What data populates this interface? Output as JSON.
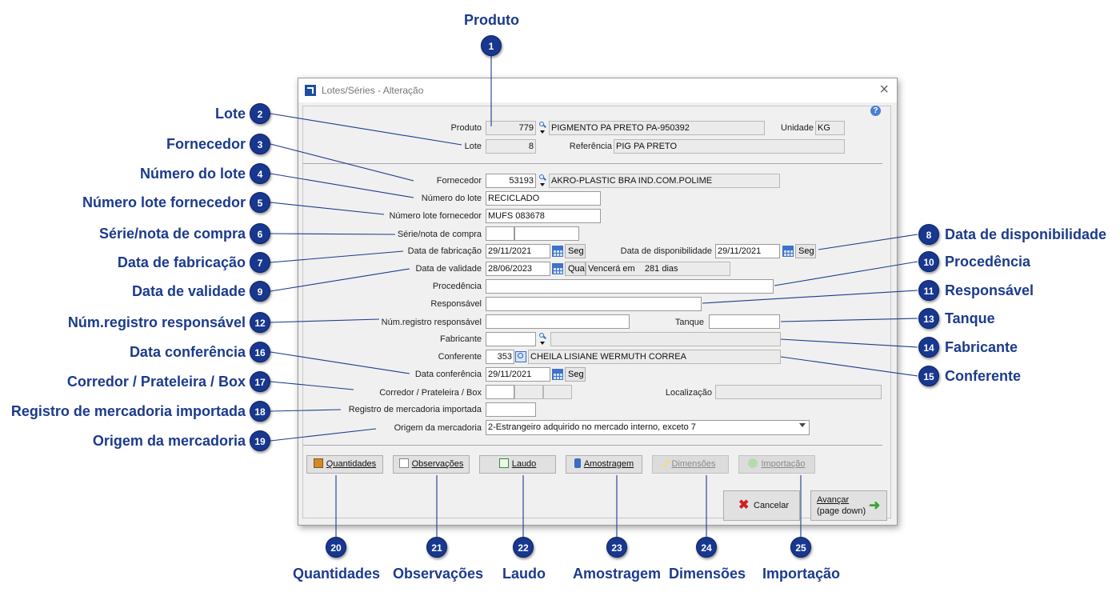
{
  "dialog": {
    "title": "Lotes/Séries - Alteração",
    "close_glyph": "×",
    "help_glyph": "?",
    "produto": {
      "label": "Produto",
      "code": "779",
      "name": "PIGMENTO PA PRETO PA-950392"
    },
    "unidade": {
      "label": "Unidade",
      "value": "KG"
    },
    "lote": {
      "label": "Lote",
      "value": "8"
    },
    "referencia": {
      "label": "Referência",
      "value": "PIG PA PRETO"
    },
    "fornecedor": {
      "label": "Fornecedor",
      "code": "53193",
      "name": "AKRO-PLASTIC BRA IND.COM.POLIME"
    },
    "numero_lote": {
      "label": "Número do lote",
      "value": "RECICLADO"
    },
    "numero_lote_fornecedor": {
      "label": "Número lote fornecedor",
      "value": "MUFS 083678"
    },
    "serie_nota": {
      "label": "Série/nota de compra",
      "serie": "",
      "nota": ""
    },
    "data_fabricacao": {
      "label": "Data de fabricação",
      "value": "29/11/2021",
      "weekday": "Seg"
    },
    "data_disponibilidade": {
      "label": "Data de disponibilidade",
      "value": "29/11/2021",
      "weekday": "Seg"
    },
    "data_validade": {
      "label": "Data de validade",
      "value": "28/06/2023",
      "weekday": "Qua",
      "vencera": "Vencerá em    281 dias"
    },
    "procedencia": {
      "label": "Procedência",
      "value": ""
    },
    "responsavel": {
      "label": "Responsável",
      "value": ""
    },
    "num_registro": {
      "label": "Núm.registro responsável",
      "value": ""
    },
    "tanque": {
      "label": "Tanque",
      "value": ""
    },
    "fabricante": {
      "label": "Fabricante",
      "code": "",
      "name": ""
    },
    "conferente": {
      "label": "Conferente",
      "code": "353",
      "name": "CHEILA LISIANE WERMUTH CORREA"
    },
    "data_conferencia": {
      "label": "Data conferência",
      "value": "29/11/2021",
      "weekday": "Seg"
    },
    "corredor": {
      "label": "Corredor / Prateleira / Box",
      "corredor": "",
      "prateleira": "",
      "box": ""
    },
    "localizacao": {
      "label": "Localização",
      "value": ""
    },
    "registro_importada": {
      "label": "Registro de mercadoria importada",
      "value": ""
    },
    "origem": {
      "label": "Origem da mercadoria",
      "value": "2-Estrangeiro adquirido no mercado interno, exceto 7"
    },
    "buttons": {
      "quantidades": "Quantidades",
      "observacoes": "Observações",
      "laudo": "Laudo",
      "amostragem": "Amostragem",
      "dimensoes": "Dimensões",
      "importacao": "Importação",
      "cancelar": "Cancelar",
      "avancar_line1": "Avançar",
      "avancar_line2": "(page down)"
    }
  },
  "callouts": [
    {
      "n": "1",
      "text": "Produto"
    },
    {
      "n": "2",
      "text": "Lote"
    },
    {
      "n": "3",
      "text": "Fornecedor"
    },
    {
      "n": "4",
      "text": "Número do lote"
    },
    {
      "n": "5",
      "text": "Número lote fornecedor"
    },
    {
      "n": "6",
      "text": "Série/nota de compra"
    },
    {
      "n": "7",
      "text": "Data de fabricação"
    },
    {
      "n": "8",
      "text": "Data de disponibilidade"
    },
    {
      "n": "9",
      "text": "Data de validade"
    },
    {
      "n": "10",
      "text": "Procedência"
    },
    {
      "n": "11",
      "text": "Responsável"
    },
    {
      "n": "12",
      "text": "Núm.registro responsável"
    },
    {
      "n": "13",
      "text": "Tanque"
    },
    {
      "n": "14",
      "text": "Fabricante"
    },
    {
      "n": "15",
      "text": "Conferente"
    },
    {
      "n": "16",
      "text": "Data conferência"
    },
    {
      "n": "17",
      "text": "Corredor / Prateleira / Box"
    },
    {
      "n": "18",
      "text": "Registro de mercadoria importada"
    },
    {
      "n": "19",
      "text": "Origem da mercadoria"
    },
    {
      "n": "20",
      "text": "Quantidades"
    },
    {
      "n": "21",
      "text": "Observações"
    },
    {
      "n": "22",
      "text": "Laudo"
    },
    {
      "n": "23",
      "text": "Amostragem"
    },
    {
      "n": "24",
      "text": "Dimensões"
    },
    {
      "n": "25",
      "text": "Importação"
    }
  ]
}
